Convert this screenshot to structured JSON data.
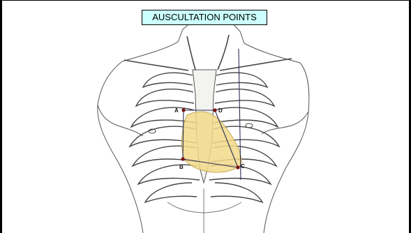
{
  "title": "AUSCULTATION POINTS",
  "points": [
    {
      "id": "A",
      "label": "A"
    },
    {
      "id": "D",
      "label": "D"
    },
    {
      "id": "B",
      "label": "B"
    },
    {
      "id": "C",
      "label": "C"
    }
  ],
  "colors": {
    "title_bg": "#ccffff",
    "heart_fill": "#f2d98a",
    "point_dot": "#7a1010",
    "lines": "#2b2f55",
    "sketch": "#555555"
  }
}
